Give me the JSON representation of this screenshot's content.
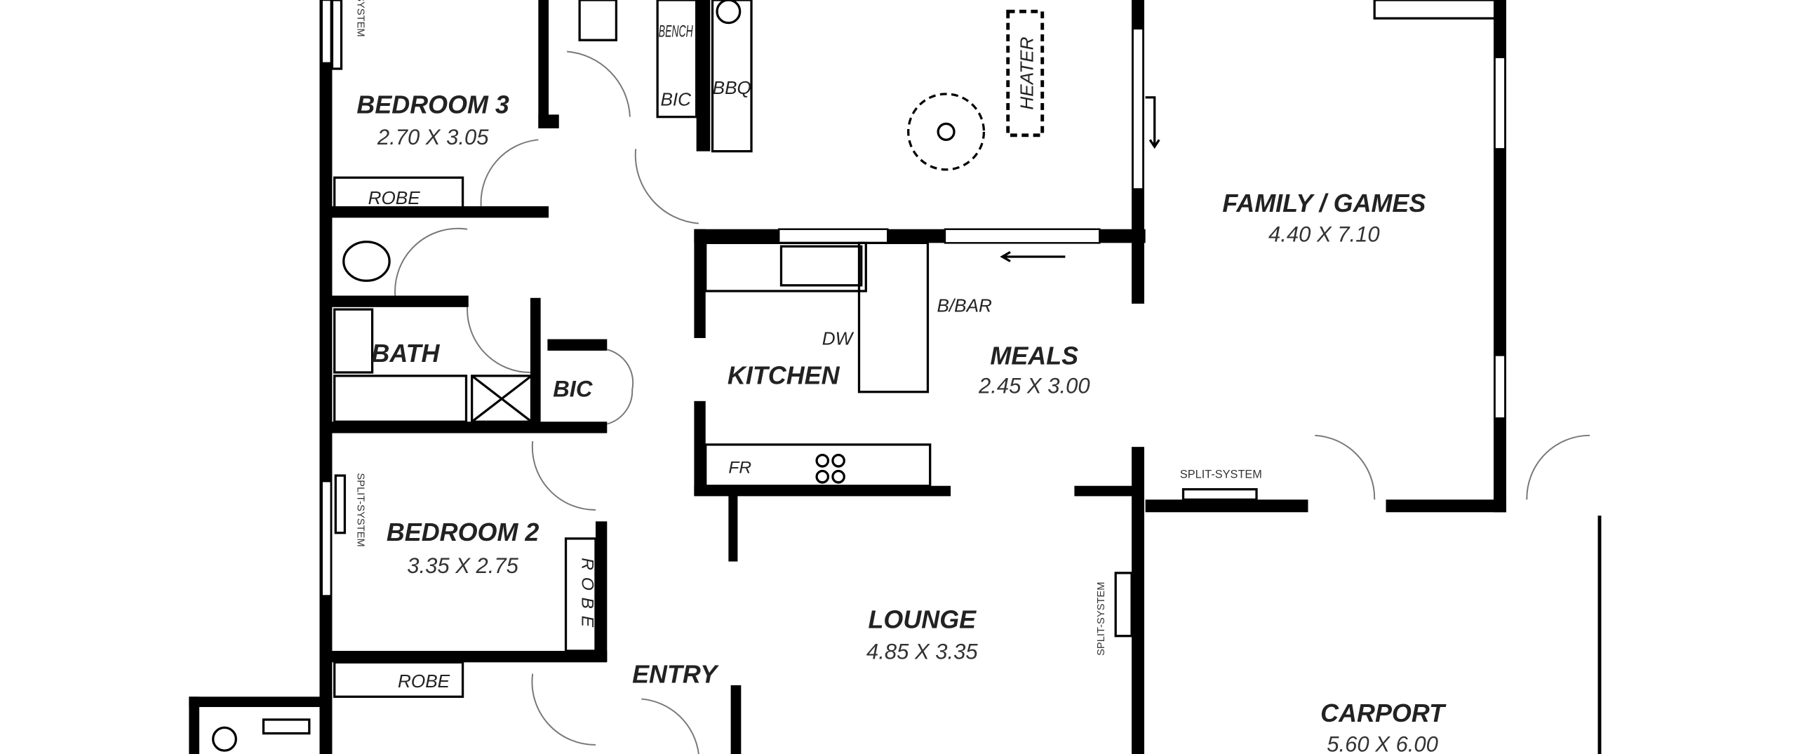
{
  "plan": {
    "rooms": {
      "bedroom3": {
        "name": "BEDROOM 3",
        "size": "2.70 X 3.05"
      },
      "bedroom2": {
        "name": "BEDROOM 2",
        "size": "3.35 X 2.75"
      },
      "bath": {
        "name": "BATH"
      },
      "kitchen": {
        "name": "KITCHEN"
      },
      "meals": {
        "name": "MEALS",
        "size": "2.45 X 3.00"
      },
      "family": {
        "name": "FAMILY / GAMES",
        "size": "4.40 X 7.10"
      },
      "lounge": {
        "name": "LOUNGE",
        "size": "4.85 X 3.35"
      },
      "entry": {
        "name": "ENTRY"
      },
      "carport": {
        "name": "CARPORT",
        "size": "5.60 X 6.00"
      }
    },
    "fixtures": {
      "robe_bed3": "ROBE",
      "robe_bed2_side": "ROBE",
      "robe_entry": "ROBE",
      "bic_bath": "BIC",
      "bic_alfresco": "BIC",
      "bench": "BENCH",
      "bbq": "BBQ",
      "heater": "HEATER",
      "dw": "DW",
      "bbar": "B/BAR",
      "fr": "FR",
      "split_bed3": "SPLIT-SYSTEM",
      "split_bed2": "SPLIT-SYSTEM",
      "split_family": "SPLIT-SYSTEM",
      "split_lounge": "SPLIT-SYSTEM"
    }
  }
}
